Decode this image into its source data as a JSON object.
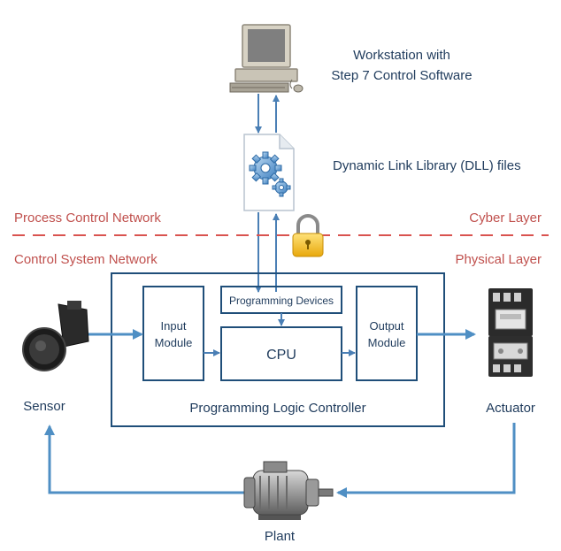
{
  "labels": {
    "workstation_line1": "Workstation with",
    "workstation_line2": "Step 7 Control Software",
    "dll": "Dynamic Link Library (DLL) files",
    "process_control_network": "Process Control Network",
    "cyber_layer": "Cyber Layer",
    "control_system_network": "Control System Network",
    "physical_layer": "Physical Layer",
    "programming_devices": "Programming Devices",
    "input_module_line1": "Input",
    "input_module_line2": "Module",
    "cpu": "CPU",
    "output_module_line1": "Output",
    "output_module_line2": "Module",
    "plc": "Programming Logic Controller",
    "sensor": "Sensor",
    "actuator": "Actuator",
    "plant": "Plant"
  },
  "icons": {
    "workstation": "computer-icon",
    "dll": "gear-document-icon",
    "lock": "lock-icon",
    "sensor": "sensor-icon",
    "actuator": "contactor-icon",
    "plant": "electric-motor-icon"
  },
  "colors": {
    "label_text": "#1f3b5c",
    "network_text": "#c0504d",
    "divider": "#d9534f",
    "box_stroke": "#1f4e79",
    "arrow": "#4f8fc4",
    "lock": "#f2c12e"
  }
}
